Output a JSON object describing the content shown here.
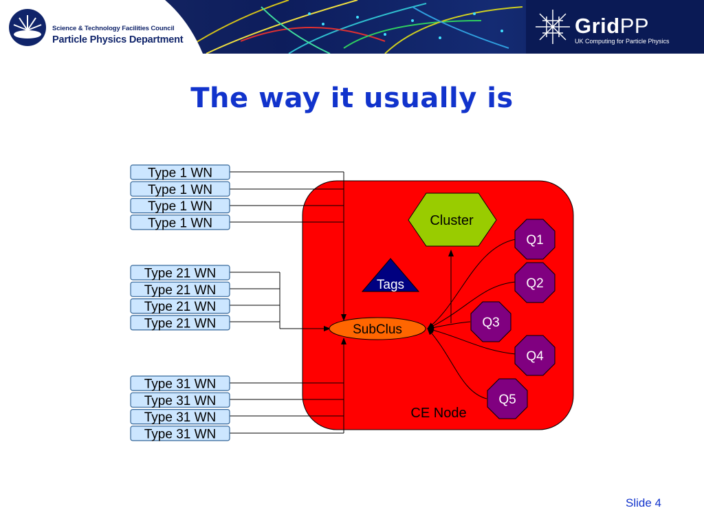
{
  "header": {
    "stfc_council": "Science & Technology Facilities Council",
    "stfc_department": "Particle Physics Department",
    "gridpp_bold": "Grid",
    "gridpp_light": "PP",
    "gridpp_subtitle": "UK Computing for Particle Physics"
  },
  "title": "The way it usually is",
  "worker_groups": [
    {
      "labels": [
        "Type 1 WN",
        "Type 1 WN",
        "Type 1 WN",
        "Type 1 WN"
      ]
    },
    {
      "labels": [
        "Type 21 WN",
        "Type 21 WN",
        "Type 21 WN",
        "Type 21 WN"
      ]
    },
    {
      "labels": [
        "Type 31 WN",
        "Type 31 WN",
        "Type 31 WN",
        "Type 31 WN"
      ]
    }
  ],
  "nodes": {
    "ce_node": "CE Node",
    "cluster": "Cluster",
    "tags": "Tags",
    "subclus": "SubClus",
    "queues": [
      "Q1",
      "Q2",
      "Q3",
      "Q4",
      "Q5"
    ]
  },
  "colors": {
    "ce_node_fill": "#ff0000",
    "cluster_fill": "#99cc00",
    "tags_fill": "#000080",
    "subclus_fill": "#ff6600",
    "queue_fill": "#800080",
    "wn_fill": "#cce6ff",
    "title_color": "#1133cc"
  },
  "slide_number": "Slide 4"
}
